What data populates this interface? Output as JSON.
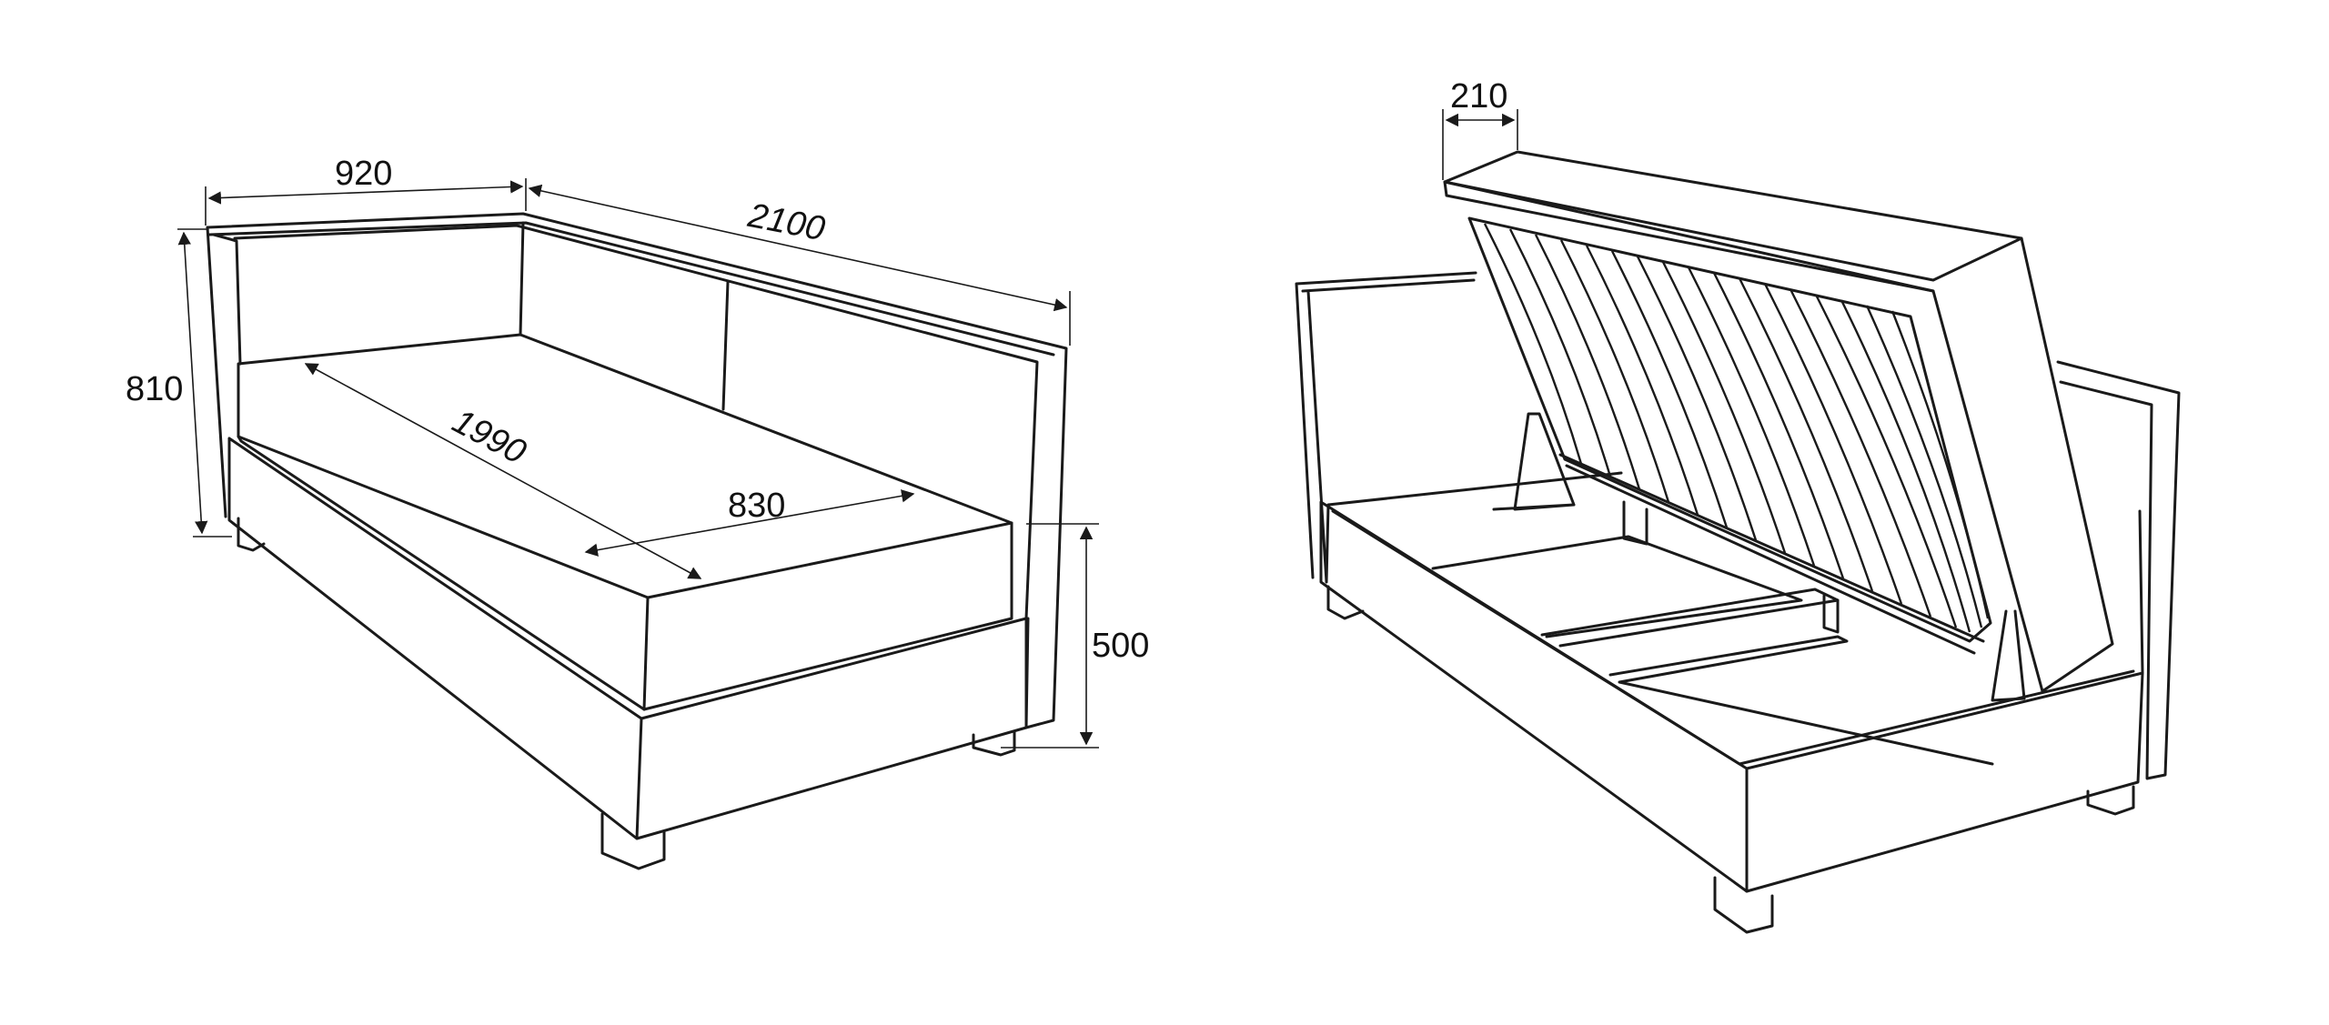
{
  "left_view": {
    "dimensions": {
      "width_920": "920",
      "length_2100": "2100",
      "height_810": "810",
      "diagonal_1990": "1990",
      "depth_830": "830",
      "seat_height_500": "500"
    }
  },
  "right_view": {
    "dimensions": {
      "lift_210": "210"
    }
  },
  "colors": {
    "line": "#1a1a1a",
    "background": "#ffffff"
  }
}
